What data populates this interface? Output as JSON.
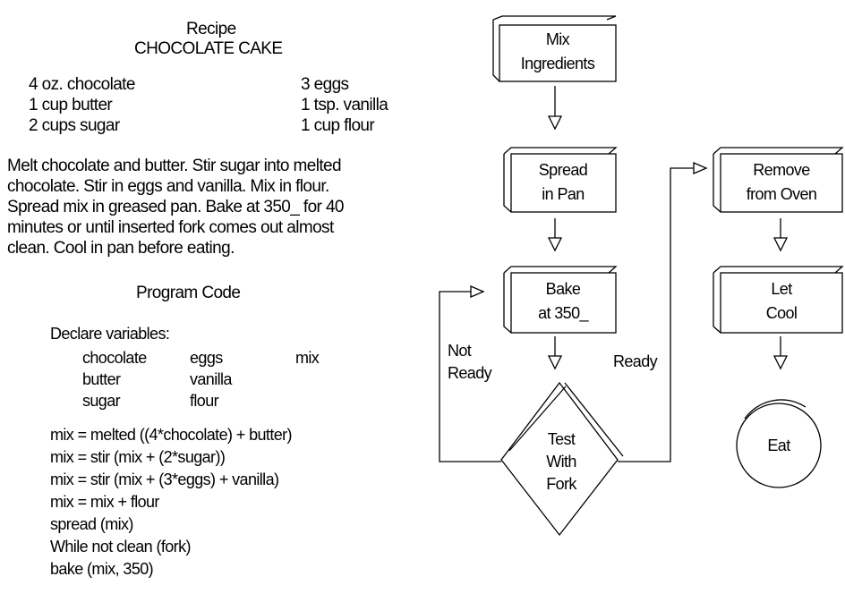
{
  "recipe": {
    "heading": "Recipe",
    "title": "CHOCOLATE CAKE",
    "ingredients_left": [
      "4 oz. chocolate",
      "1 cup butter",
      "2 cups sugar"
    ],
    "ingredients_right": [
      "3 eggs",
      "1 tsp. vanilla",
      "1 cup flour"
    ],
    "instructions": [
      "Melt chocolate and butter.  Stir sugar into melted",
      "chocolate. Stir in eggs and vanilla.  Mix in flour.",
      "Spread  mix in greased pan.  Bake at 350_ for 40",
      "minutes or until inserted fork comes out almost",
      "clean. Cool in pan before eating."
    ]
  },
  "program": {
    "heading": "Program Code",
    "declare": "Declare variables:",
    "vars_rows": [
      [
        "chocolate",
        "eggs",
        "mix"
      ],
      [
        "butter",
        "vanilla",
        ""
      ],
      [
        "sugar",
        "flour",
        ""
      ]
    ],
    "lines": [
      "mix = melted  ((4*chocolate) + butter)",
      "mix = stir (mix + (2*sugar))",
      "mix = stir (mix + (3*eggs) + vanilla)",
      "mix = mix + flour",
      "spread (mix)",
      "While not clean (fork)",
      "bake (mix, 350)"
    ]
  },
  "flowchart": {
    "mix": [
      "Mix",
      "Ingredients"
    ],
    "spread": [
      "Spread",
      "in Pan"
    ],
    "bake": [
      "Bake",
      "at 350_"
    ],
    "test": [
      "Test",
      "With",
      "Fork"
    ],
    "remove": [
      "Remove",
      "from Oven"
    ],
    "cool": [
      "Let",
      "Cool"
    ],
    "eat": "Eat",
    "not_ready": [
      "Not",
      "Ready"
    ],
    "ready": "Ready"
  }
}
